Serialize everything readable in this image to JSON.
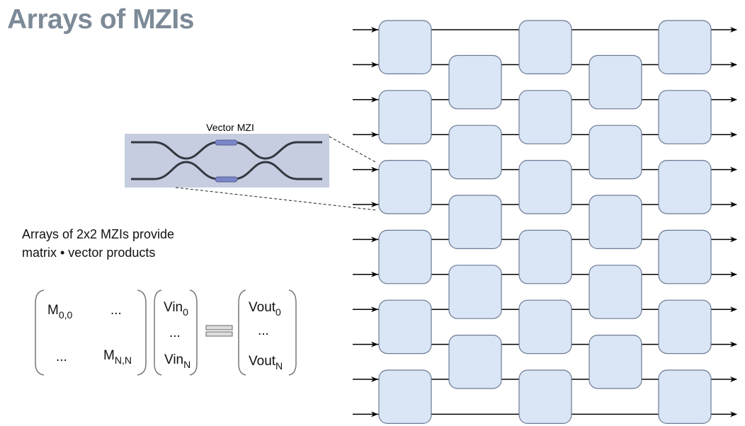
{
  "title": "Arrays of MZIs",
  "description": {
    "line1": "Arrays of 2x2 MZIs provide",
    "line2": "matrix • vector products"
  },
  "inset": {
    "label": "Vector MZI",
    "background": "#c6cde0",
    "waveguide_color": "#333840",
    "phase_shifter_color": "#7b86c9"
  },
  "equation": {
    "matrix": {
      "m00": {
        "base": "M",
        "sub": "0,0"
      },
      "top_right": "...",
      "bottom_left": "...",
      "mnn": {
        "base": "M",
        "sub": "N,N"
      }
    },
    "vin": {
      "first": {
        "base": "Vin",
        "sub": "0"
      },
      "middle": "...",
      "last": {
        "base": "Vin",
        "sub": "N"
      }
    },
    "vout": {
      "first": {
        "base": "Vout",
        "sub": "0"
      },
      "middle": "...",
      "last": {
        "base": "Vout",
        "sub": "N"
      }
    }
  },
  "mesh": {
    "rows": 12,
    "columns": 5,
    "box_fill": "#dae5f6",
    "box_stroke": "#6c7a93"
  }
}
